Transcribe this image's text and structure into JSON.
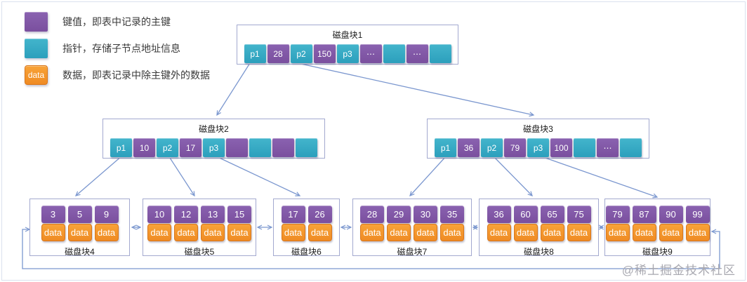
{
  "diagram": {
    "watermark": "@稀土掘金技术社区",
    "data_cell_label": "data"
  },
  "colors": {
    "key": "#7a4f9e",
    "pointer": "#2c9fbc",
    "data": "#ef8b24",
    "arrow": "#7b97cf",
    "node-border": "#a3a9cf"
  },
  "legend": {
    "items": [
      {
        "name": "key",
        "text": "键值，即表中记录的主键"
      },
      {
        "name": "pointer",
        "text": "指针，存储子节点地址信息"
      },
      {
        "name": "data",
        "swatch_label": "data",
        "text": "数据，即表记录中除主键外的数据"
      }
    ]
  },
  "nodes": [
    {
      "id": "block1",
      "title": "磁盘块1",
      "kind": "internal",
      "cells": [
        {
          "type": "pointer",
          "label": "p1"
        },
        {
          "type": "key",
          "label": "28"
        },
        {
          "type": "pointer",
          "label": "p2"
        },
        {
          "type": "key",
          "label": "150"
        },
        {
          "type": "pointer",
          "label": "p3"
        },
        {
          "type": "key",
          "label": "⋯"
        },
        {
          "type": "pointer",
          "label": ""
        },
        {
          "type": "key",
          "label": "⋯"
        },
        {
          "type": "pointer",
          "label": ""
        }
      ]
    },
    {
      "id": "block2",
      "title": "磁盘块2",
      "kind": "internal",
      "cells": [
        {
          "type": "pointer",
          "label": "p1"
        },
        {
          "type": "key",
          "label": "10"
        },
        {
          "type": "pointer",
          "label": "p2"
        },
        {
          "type": "key",
          "label": "17"
        },
        {
          "type": "pointer",
          "label": "p3"
        },
        {
          "type": "key",
          "label": ""
        },
        {
          "type": "pointer",
          "label": ""
        },
        {
          "type": "key",
          "label": ""
        },
        {
          "type": "pointer",
          "label": ""
        }
      ]
    },
    {
      "id": "block3",
      "title": "磁盘块3",
      "kind": "internal",
      "cells": [
        {
          "type": "pointer",
          "label": "p1"
        },
        {
          "type": "key",
          "label": "36"
        },
        {
          "type": "pointer",
          "label": "p2"
        },
        {
          "type": "key",
          "label": "79"
        },
        {
          "type": "pointer",
          "label": "p3"
        },
        {
          "type": "key",
          "label": "100"
        },
        {
          "type": "pointer",
          "label": ""
        },
        {
          "type": "key",
          "label": "⋯"
        },
        {
          "type": "pointer",
          "label": ""
        }
      ]
    },
    {
      "id": "block4",
      "title": "磁盘块4",
      "kind": "leaf",
      "keys": [
        "3",
        "5",
        "9"
      ]
    },
    {
      "id": "block5",
      "title": "磁盘块5",
      "kind": "leaf",
      "keys": [
        "10",
        "12",
        "13",
        "15"
      ]
    },
    {
      "id": "block6",
      "title": "磁盘块6",
      "kind": "leaf",
      "keys": [
        "17",
        "26"
      ]
    },
    {
      "id": "block7",
      "title": "磁盘块7",
      "kind": "leaf",
      "keys": [
        "28",
        "29",
        "30",
        "35"
      ]
    },
    {
      "id": "block8",
      "title": "磁盘块8",
      "kind": "leaf",
      "keys": [
        "36",
        "60",
        "65",
        "75"
      ]
    },
    {
      "id": "block9",
      "title": "磁盘块9",
      "kind": "leaf",
      "keys": [
        "79",
        "87",
        "90",
        "99"
      ]
    }
  ]
}
